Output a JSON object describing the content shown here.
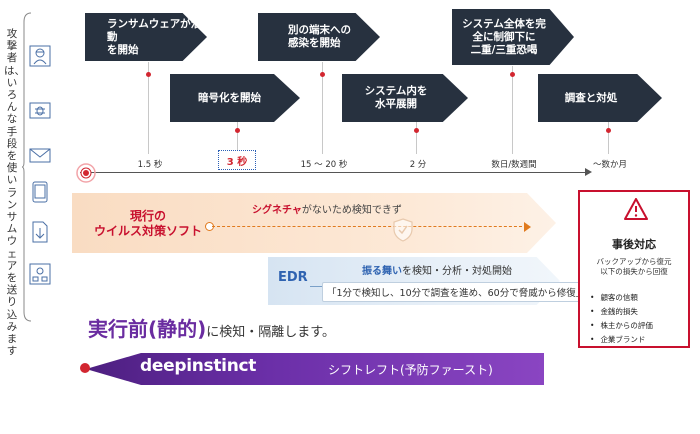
{
  "left_text": "攻撃者は、いろんな手段を使いランサムウェアを送り込みます",
  "left_icons": [
    "hacker-icon",
    "bug-icon",
    "mail-icon",
    "tablet-icon",
    "download-file-icon",
    "network-icon"
  ],
  "timeline": {
    "events": [
      {
        "label_l1": "ランサムウェアが活動",
        "label_l2": "を開始"
      },
      {
        "label_l1": "暗号化を開始",
        "label_l2": ""
      },
      {
        "label_l1": "別の端末への",
        "label_l2": "感染を開始"
      },
      {
        "label_l1": "システム内を",
        "label_l2": "水平展開"
      },
      {
        "label_l1": "システム全体を完",
        "label_l2": "全に制御下に",
        "label_l3": "二重/三重恐喝"
      },
      {
        "label_l1": "調査と対処",
        "label_l2": ""
      }
    ],
    "ticks": [
      "1.5 秒",
      "3 秒",
      "15 ～ 20 秒",
      "2 分",
      "数日/数週間",
      "～数か月"
    ]
  },
  "legacy": {
    "title_l1": "現行の",
    "title_l2": "ウイルス対策ソフト",
    "note_bold": "シグネチャ",
    "note_rest": "がないため検知できず"
  },
  "edr": {
    "label": "EDR",
    "note_bold": "振る舞い",
    "note_rest": "を検知・分析・対処開始",
    "quote": "「1分で検知し、10分で調査を進め、60分で脅威から修復」"
  },
  "headline": {
    "part1": "実行前(静的)",
    "part2": "に検知・隔離します。"
  },
  "deepinstinct": {
    "brand": "deepinstinct",
    "caption": "シフトレフト(予防ファースト)"
  },
  "aftermath": {
    "title": "事後対応",
    "sub_l1": "バックアップから復元",
    "sub_l2": "以下の損失から回復",
    "items": [
      "顧客の信頼",
      "金銭的損失",
      "株主からの評価",
      "企業ブランド"
    ]
  },
  "colors": {
    "dark_arrow": "#27313f",
    "red": "#c8102e",
    "purple": "#6b2fa8",
    "blue": "#2f63b1",
    "orange": "#e07a1e"
  }
}
